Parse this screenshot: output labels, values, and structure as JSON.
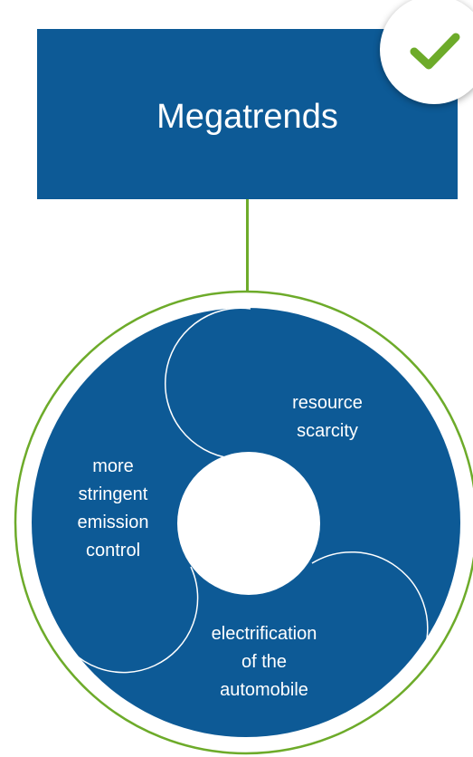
{
  "title": "Megatrends",
  "icons": {
    "badge": "checkmark-icon"
  },
  "colors": {
    "primary": "#0d5a96",
    "accent": "#6dab2a",
    "text_on_primary": "#ffffff"
  },
  "segments": [
    {
      "id": "resource",
      "label": "resource\nscarcity"
    },
    {
      "id": "emission",
      "label": "more\nstringent\nemission\ncontrol"
    },
    {
      "id": "electrification",
      "label": "electrification\nof the\nautomobile"
    }
  ]
}
